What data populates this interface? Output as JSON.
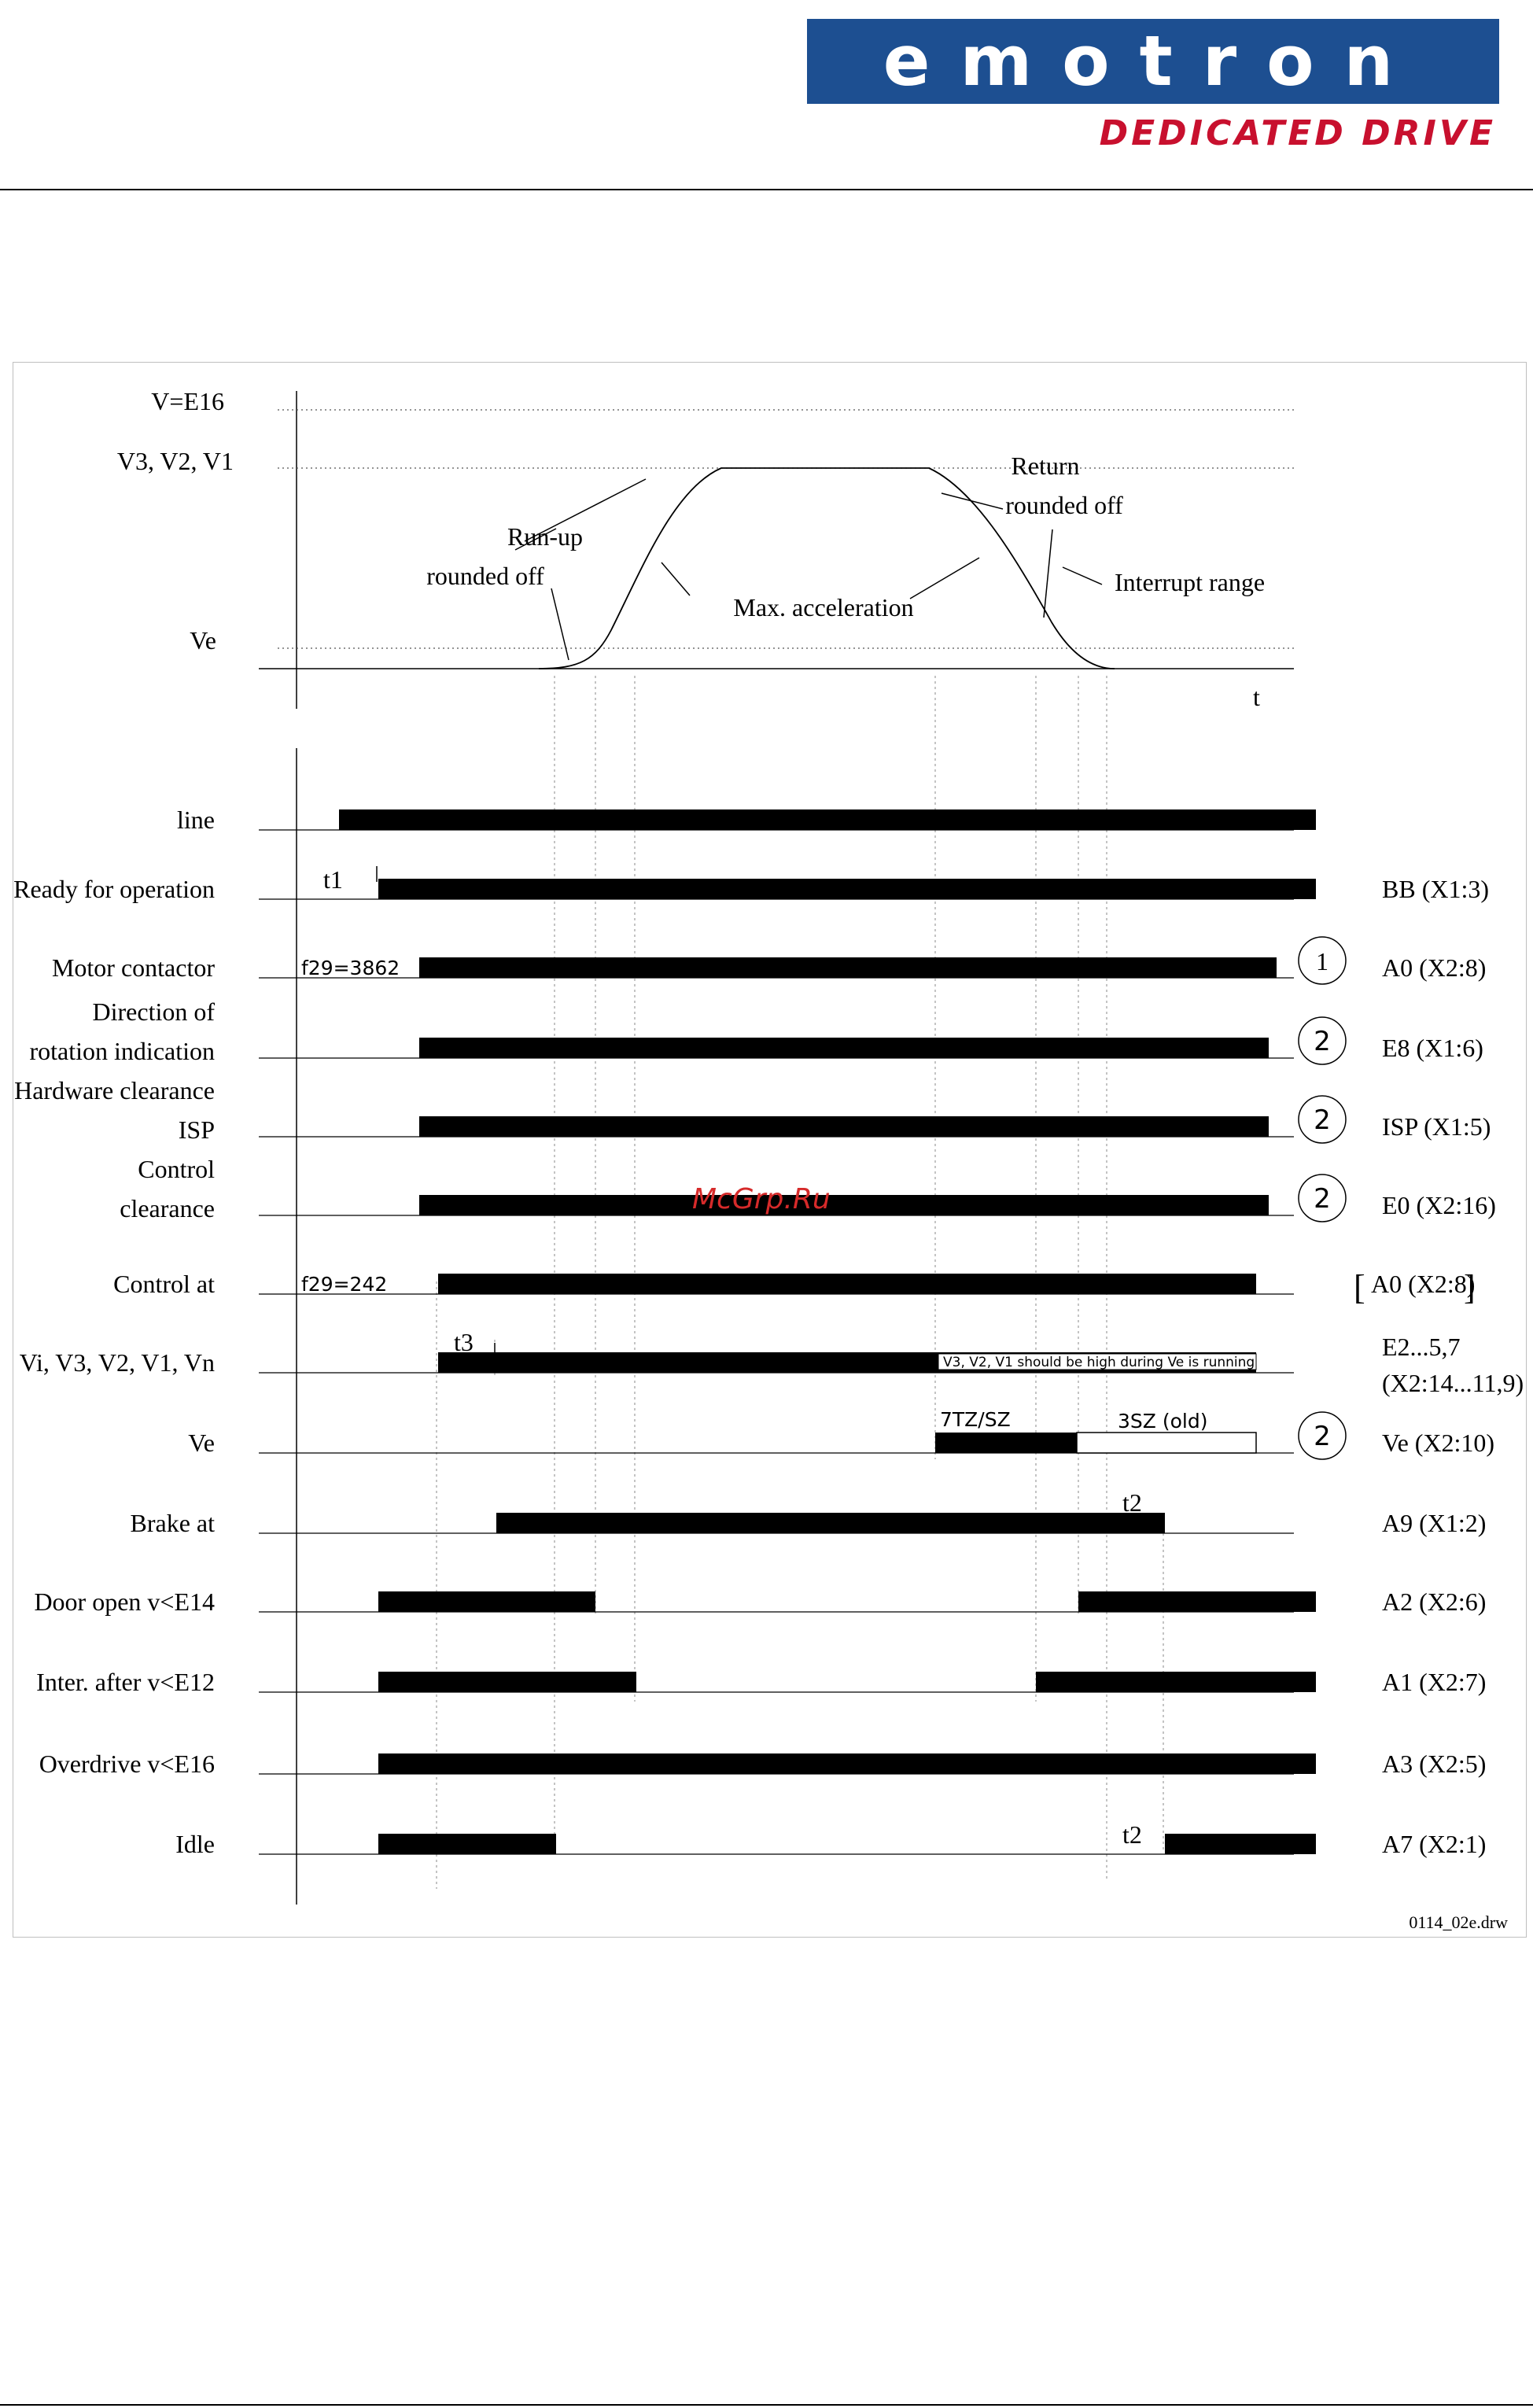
{
  "brand": {
    "name": "emotron",
    "tagline": "DEDICATED DRIVE",
    "colors": {
      "box": "#1d4f91",
      "tagline": "#c8102e"
    }
  },
  "watermark": "McGrp.Ru",
  "drawing_id": "0114_02e.drw",
  "speed_curve": {
    "levels": [
      "V=E16",
      "V3, V2, V1",
      "Ve"
    ],
    "time_axis": "t",
    "annotations": [
      "Run-up",
      "rounded off",
      "Max. acceleration",
      "Return",
      "rounded off",
      "Interrupt range"
    ]
  },
  "signals": [
    {
      "label_lines": [
        "line"
      ],
      "right_label": ""
    },
    {
      "label_lines": [
        "Ready for operation"
      ],
      "right_label": "BB (X1:3)",
      "note": "t1"
    },
    {
      "label_lines": [
        "Motor contactor"
      ],
      "right_label": "A0 (X2:8)",
      "ref": "1",
      "note": "f29=3862"
    },
    {
      "label_lines": [
        "Direction of",
        "rotation indication"
      ],
      "right_label": "E8 (X1:6)",
      "ref": "2"
    },
    {
      "label_lines": [
        "Hardware clearance",
        "ISP"
      ],
      "right_label": "ISP (X1:5)",
      "ref": "2"
    },
    {
      "label_lines": [
        "Control",
        "clearance"
      ],
      "right_label": "E0 (X2:16)",
      "ref": "2"
    },
    {
      "label_lines": [
        "Control at"
      ],
      "right_label": "A0 (X2:8)",
      "bracketed": true,
      "note": "f29=242"
    },
    {
      "label_lines": [
        "Vi, V3, V2, V1, Vn"
      ],
      "right_label": "E2...5,7",
      "right_label2": "(X2:14...11,9)",
      "note": "t3",
      "inner_note": "V3, V2, V1 should be high during Ve is running"
    },
    {
      "label_lines": [
        "Ve"
      ],
      "right_label": "Ve (X2:10)",
      "ref": "2",
      "segments": [
        "7TZ/SZ",
        "3SZ (old)"
      ]
    },
    {
      "label_lines": [
        "Brake at"
      ],
      "right_label": "A9 (X1:2)",
      "note": "t2"
    },
    {
      "label_lines": [
        "Door open v<E14"
      ],
      "right_label": "A2 (X2:6)"
    },
    {
      "label_lines": [
        "Inter. after v<E12"
      ],
      "right_label": "A1 (X2:7)"
    },
    {
      "label_lines": [
        "Overdrive v<E16"
      ],
      "right_label": "A3 (X2:5)"
    },
    {
      "label_lines": [
        "Idle"
      ],
      "right_label": "A7 (X2:1)",
      "note": "t2"
    }
  ]
}
